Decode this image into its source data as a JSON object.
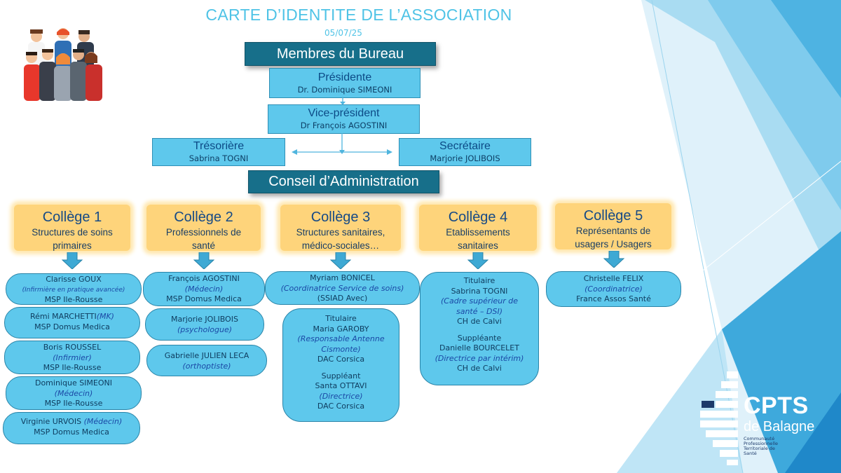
{
  "header": {
    "title": "CARTE D’IDENTITE DE L’ASSOCIATION",
    "date": "05/07/25"
  },
  "bureau": {
    "heading": "Membres du Bureau",
    "presidente": {
      "role": "Présidente",
      "name": "Dr. Dominique SIMEONI"
    },
    "vice_president": {
      "role": "Vice-président",
      "name": "Dr François AGOSTINI"
    },
    "tresoriere": {
      "role": "Trésorière",
      "name": "Sabrina TOGNI"
    },
    "secretaire": {
      "role": "Secrétaire",
      "name": "Marjorie JOLIBOIS"
    }
  },
  "conseil": {
    "heading": "Conseil d’Administration"
  },
  "colleges": [
    {
      "title": "Collège 1",
      "desc1": "Structures de soins",
      "desc2": "primaires"
    },
    {
      "title": "Collège 2",
      "desc1": "Professionnels de",
      "desc2": "santé"
    },
    {
      "title": "Collège 3",
      "desc1": "Structures sanitaires,",
      "desc2": "médico-sociales…"
    },
    {
      "title": "Collège 4",
      "desc1": "Etablissements",
      "desc2": "sanitaires"
    },
    {
      "title": "Collège 5",
      "desc1": "Représentants de",
      "desc2": "usagers / Usagers"
    }
  ],
  "college1": [
    {
      "name": "Clarisse GOUX",
      "role": "(Infirmière en pratique avancée)",
      "org": "MSP Ile-Rousse"
    },
    {
      "name": "Rémi MARCHETTI",
      "role": "(MK)",
      "org": "MSP Domus Medica"
    },
    {
      "name": "Boris ROUSSEL",
      "role": "(Infirmier)",
      "org": "MSP Ile-Rousse"
    },
    {
      "name": "Dominique SIMEONI",
      "role": "(Médecin)",
      "org": "MSP Ile-Rousse"
    },
    {
      "name": "Virginie URVOIS",
      "role": "(Médecin)",
      "org": "MSP Domus Medica"
    }
  ],
  "college2": [
    {
      "name": "François AGOSTINI",
      "role": "(Médecin)",
      "org": "MSP Domus Medica"
    },
    {
      "name": "Marjorie JOLIBOIS",
      "role": "(psychologue)"
    },
    {
      "name": "Gabrielle JULIEN LECA",
      "role": "(orthoptiste)"
    }
  ],
  "college3": {
    "first": {
      "name": "Myriam BONICEL",
      "role": "(Coordinatrice Service de soins)",
      "org": "(SSIAD Avec)"
    },
    "titulaire_label": "Titulaire",
    "titulaire": {
      "name": "Maria GAROBY",
      "role1": "(Responsable Antenne",
      "role2": "Cismonte)",
      "org": "DAC Corsica"
    },
    "suppleant_label": "Suppléant",
    "suppleant": {
      "name": "Santa OTTAVI",
      "role": "(Directrice)",
      "org": "DAC Corsica"
    }
  },
  "college4": {
    "titulaire_label": "Titulaire",
    "titulaire": {
      "name": "Sabrina TOGNI",
      "role1": "(Cadre supérieur de",
      "role2": "santé – DSI)",
      "org": "CH de Calvi"
    },
    "suppleante_label": "Suppléante",
    "suppleante": {
      "name": "Danielle BOURCELET",
      "role": "(Directrice par intérim)",
      "org": "CH de Calvi"
    }
  },
  "college5": {
    "name": "Christelle FELIX",
    "role": "(Coordinatrice)",
    "org": "France Assos Santé"
  },
  "logo": {
    "name": "CPTS",
    "place": "de Balagne",
    "tagline1": "Communauté",
    "tagline2": "Professionnelle",
    "tagline3": "Territoriale de",
    "tagline4": "Santé"
  },
  "colors": {
    "header_bg": "#176f8a",
    "role_box": "#5ec8ec",
    "college_bg": "#fed47b",
    "arrow": "#3ea9d4",
    "title": "#4fc3e6"
  },
  "icons": {
    "illustration": "people-group-illustration",
    "arrow": "down-arrow-icon"
  }
}
